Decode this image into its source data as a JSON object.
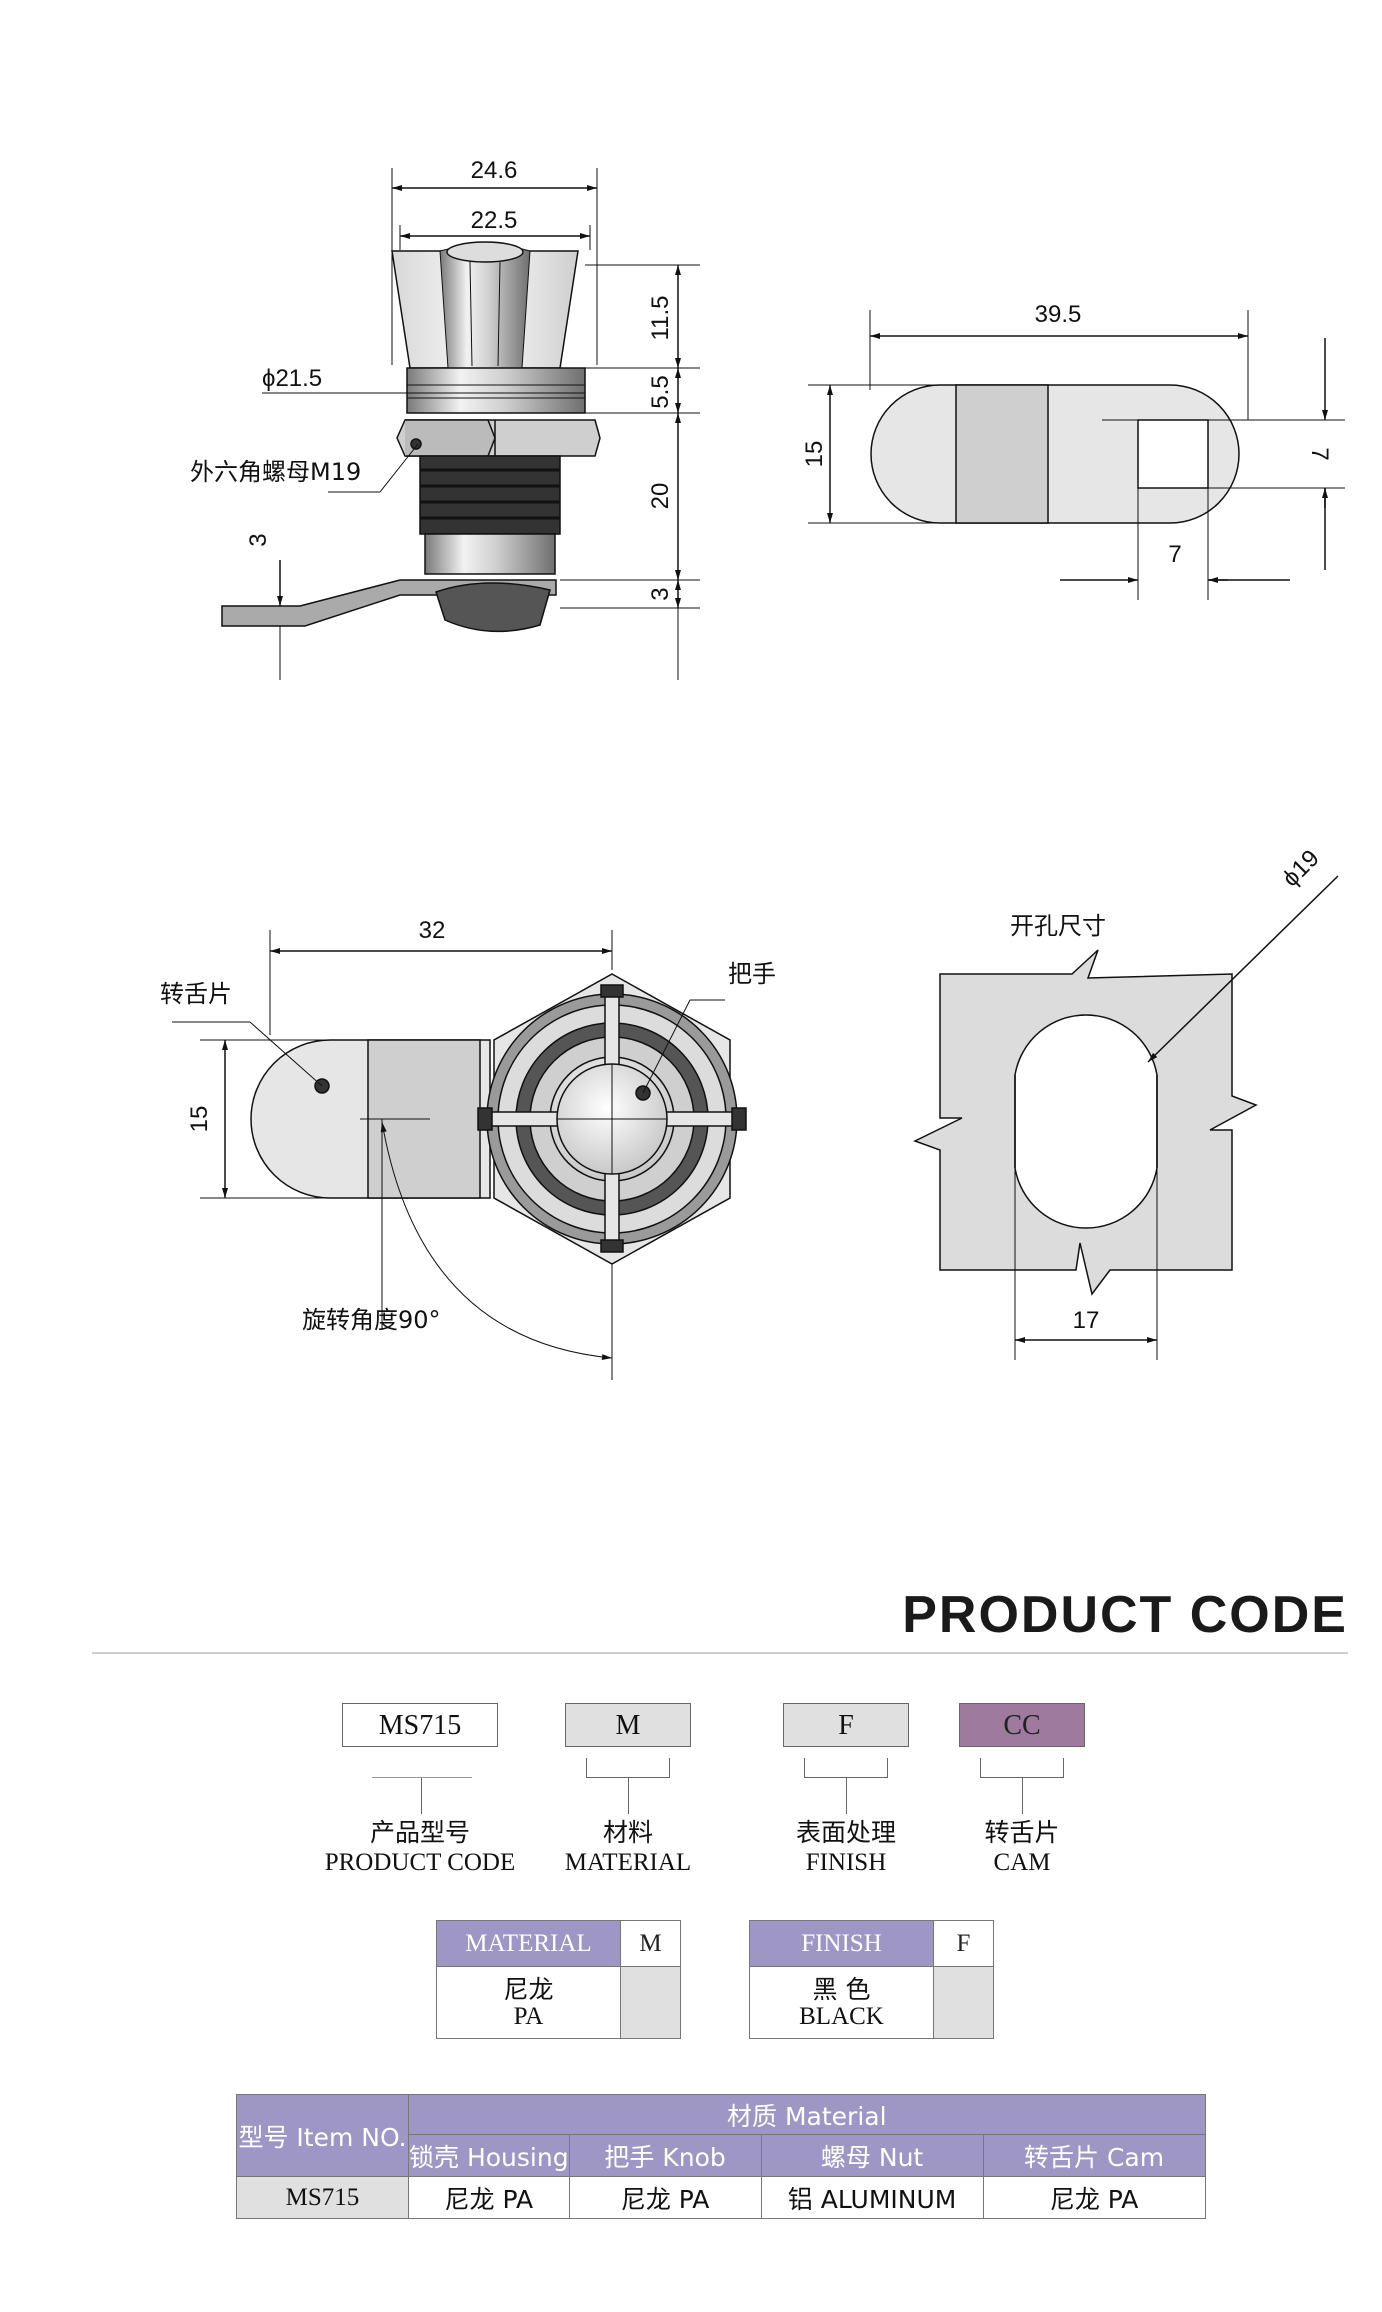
{
  "drawings": {
    "side_view": {
      "dims": {
        "overall_width": "24.6",
        "knob_width": "22.5",
        "knob_height": "11.5",
        "neck_diameter": "ϕ21.5",
        "neck_height": "5.5",
        "body_length": "20",
        "cam_offset": "3",
        "cam_thickness": "3"
      },
      "labels": {
        "hex_nut": "外六角螺母M19"
      }
    },
    "cam_view": {
      "dims": {
        "length": "39.5",
        "width": "15",
        "square_height": "7",
        "square_width": "7"
      }
    },
    "front_view": {
      "dims": {
        "length": "32",
        "width": "15"
      },
      "labels": {
        "cam": "转舌片",
        "knob": "把手",
        "rotation": "旋转角度90°"
      }
    },
    "cutout_view": {
      "dims": {
        "hole_diameter": "ϕ19",
        "flat_width": "17"
      },
      "labels": {
        "title": "开孔尺寸"
      }
    }
  },
  "product_code": {
    "title": "PRODUCT CODE",
    "segments": [
      {
        "code": "MS715",
        "zh": "产品型号",
        "en": "PRODUCT CODE",
        "fill": "#ffffff"
      },
      {
        "code": "M",
        "zh": "材料",
        "en": "MATERIAL",
        "fill": "#e0e0e0"
      },
      {
        "code": "F",
        "zh": "表面处理",
        "en": "FINISH",
        "fill": "#e0e0e0"
      },
      {
        "code": "CC",
        "zh": "转舌片",
        "en": "CAM",
        "fill": "#9e7a9f"
      }
    ],
    "material_table": {
      "header": "MATERIAL",
      "code": "M",
      "value_zh": "尼龙",
      "value_en": "PA"
    },
    "finish_table": {
      "header": "FINISH",
      "code": "F",
      "value_zh": "黑 色",
      "value_en": "BLACK"
    }
  },
  "spec_table": {
    "item_header": "型号 Item NO.",
    "material_header": "材质 Material",
    "columns": [
      "锁壳 Housing",
      "把手 Knob",
      "螺母 Nut",
      "转舌片 Cam"
    ],
    "rows": [
      {
        "item": "MS715",
        "values": [
          "尼龙 PA",
          "尼龙 PA",
          "铝 ALUMINUM",
          "尼龙 PA"
        ]
      }
    ]
  },
  "colors": {
    "header_purple": "#9e97c6",
    "cam_purple": "#9e7a9f",
    "part_gray": "#e0e0e0"
  }
}
